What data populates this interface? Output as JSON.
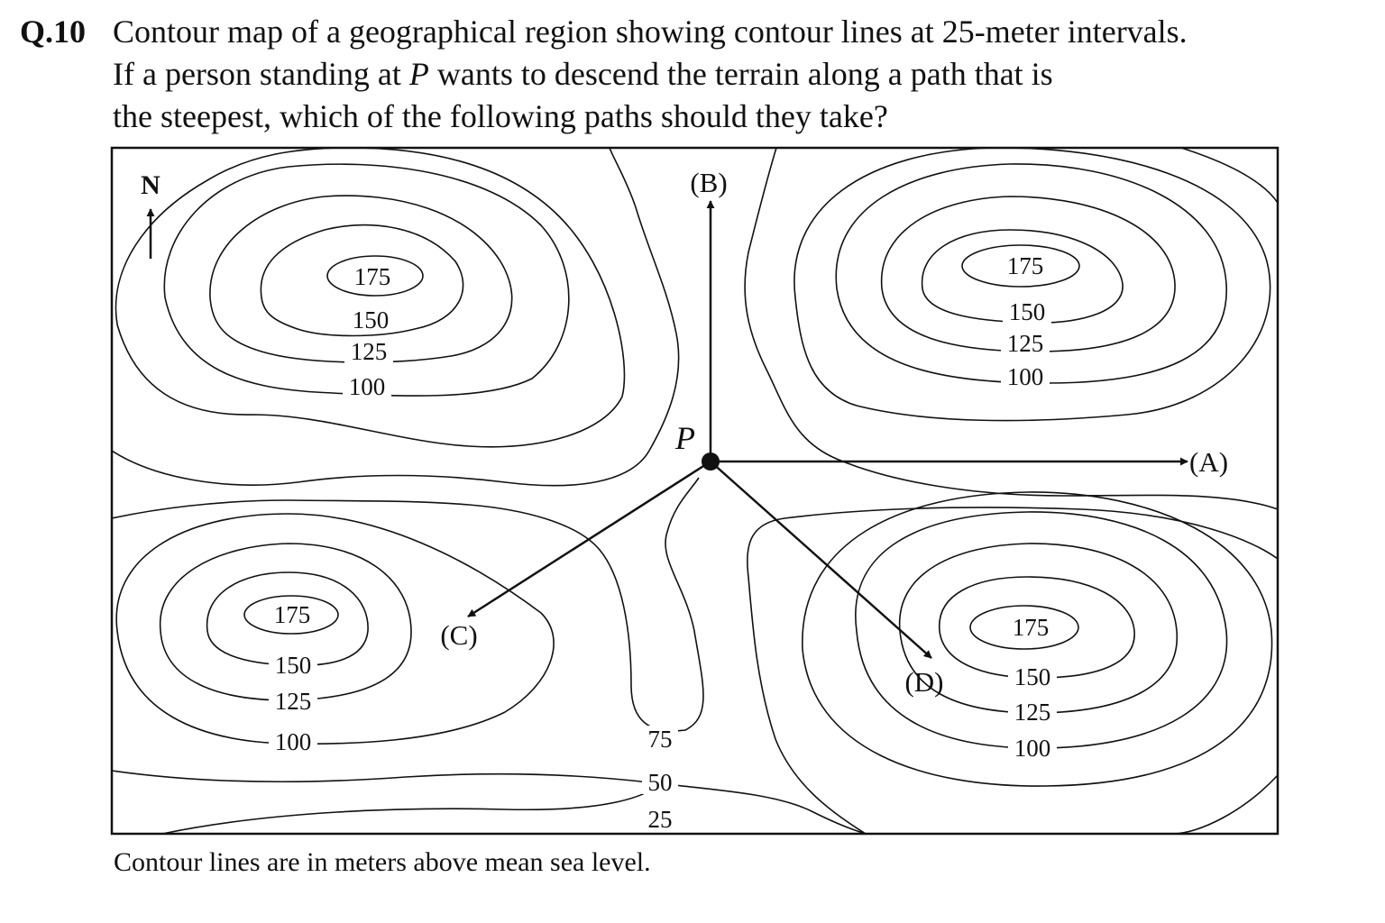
{
  "question": {
    "number": "Q.10",
    "line1": "Contour map of a geographical region showing contour lines at 25-meter intervals.",
    "line2_before": "If a person standing at ",
    "line2_var": "P",
    "line2_after": " wants to descend the terrain along a path that is",
    "line3": "the steepest, which of the following paths should they take?"
  },
  "map": {
    "north_label": "N",
    "point_label": "P",
    "paths": {
      "a": "(A)",
      "b": "(B)",
      "c": "(C)",
      "d": "(D)"
    },
    "hills": {
      "nw": {
        "top": "175",
        "l150": "150",
        "l125": "125",
        "l100": "100"
      },
      "ne": {
        "top": "175",
        "l150": "150",
        "l125": "125",
        "l100": "100"
      },
      "sw": {
        "top": "175",
        "l150": "150",
        "l125": "125",
        "l100": "100"
      },
      "se": {
        "top": "175",
        "l150": "150",
        "l125": "125",
        "l100": "100"
      }
    },
    "valley": {
      "l75": "75",
      "l50": "50",
      "l25": "25"
    }
  },
  "caption": "Contour lines are in meters above mean sea level."
}
